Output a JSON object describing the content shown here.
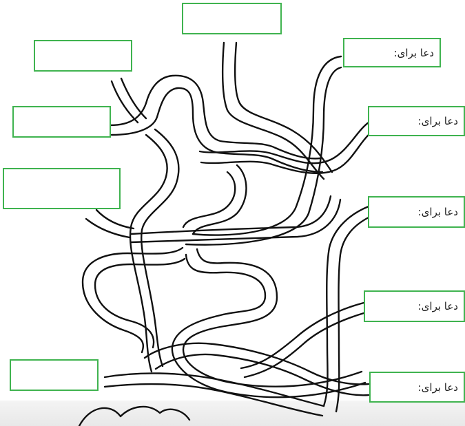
{
  "colors": {
    "box_border": "#3fb34f",
    "line": "#111111"
  },
  "prayer_boxes": [
    {
      "label": "دعا برای:"
    },
    {
      "label": "دعا برای:"
    },
    {
      "label": "دعا برای:"
    },
    {
      "label": "دعا برای:"
    },
    {
      "label": "دعا برای:"
    }
  ],
  "empty_boxes": [
    {
      "label": ""
    },
    {
      "label": ""
    },
    {
      "label": ""
    },
    {
      "label": ""
    },
    {
      "label": ""
    }
  ]
}
